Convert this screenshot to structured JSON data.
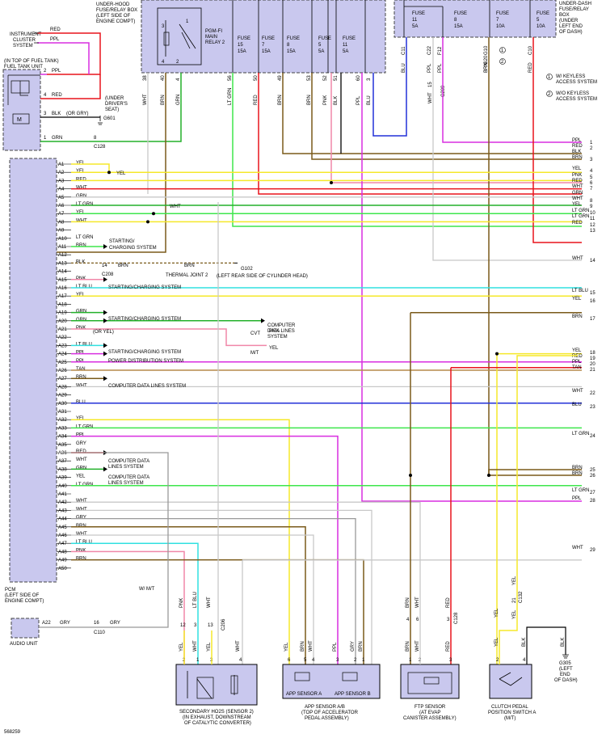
{
  "diagram_id": "568259",
  "boxes": {
    "underhood": [
      "UNDER-HOOD",
      "FUSE/RELAY BOX",
      "(LEFT SIDE OF",
      "ENGINE COMPT)"
    ],
    "relay": [
      "PGM-FI",
      "MAIN",
      "RELAY 2"
    ],
    "underdash": [
      "UNDER-DASH",
      "FUSE/RELAY",
      "BOX",
      "(UNDER",
      "LEFT END",
      "OF DASH)"
    ],
    "instrument": [
      "INSTRUMENT",
      "CLUSTER",
      "SYSTEM"
    ],
    "fueltank": [
      "(IN TOP OF FUEL TANK)",
      "FUEL TANK UNIT"
    ],
    "driver": [
      "(UNDER",
      "DRIVER'S",
      "SEAT)"
    ],
    "pcm": [
      "PCM",
      "(LEFT SIDE OF",
      "ENGINE COMPT)"
    ],
    "audio": "AUDIO UNIT",
    "ho2s": [
      "SECONDARY HO2S (SENSOR 2)",
      "(IN EXHAUST, DOWNSTREAM",
      "OF CATALYTIC CONVERTER)"
    ],
    "app": [
      "APP SENSOR A/B",
      "(TOP OF ACCELERATOR",
      "PEDAL ASSEMBLY)"
    ],
    "app_a": "APP SENSOR A",
    "app_b": "APP SENSOR B",
    "ftp": [
      "FTP SENSOR",
      "(AT EVAP",
      "CANISTER ASSEMBLY)"
    ],
    "clutch": [
      "CLUTCH PEDAL",
      "POSITION SWITCH A",
      "(M/T)"
    ],
    "g305": [
      "G305",
      "(LEFT",
      "END",
      "OF DASH)"
    ]
  },
  "fuses_underhood": [
    {
      "name": "FUSE",
      "no": "15",
      "amp": "15A"
    },
    {
      "name": "FUSE",
      "no": "7",
      "amp": "15A"
    },
    {
      "name": "FUSE",
      "no": "8",
      "amp": "15A"
    },
    {
      "name": "FUSE",
      "no": "5",
      "amp": "5A"
    },
    {
      "name": "FUSE",
      "no": "11",
      "amp": "5A"
    }
  ],
  "fuses_underdash": [
    {
      "name": "FUSE",
      "no": "11",
      "amp": "5A"
    },
    {
      "name": "FUSE",
      "no": "8",
      "amp": "15A"
    },
    {
      "name": "FUSE",
      "no": "7",
      "amp": "10A"
    },
    {
      "name": "FUSE",
      "no": "5",
      "amp": "10A"
    }
  ],
  "notes": {
    "keyless1": [
      "W/ KEYLESS",
      "ACCESS SYSTEM"
    ],
    "keyless2": [
      "W/O KEYLESS",
      "ACCESS SYSTEM"
    ],
    "or_gry": "(OR GRY)",
    "or_yel": "(OR YEL)",
    "g601": "G601",
    "g102": "G102",
    "g102_loc": "(LEFT REAR SIDE OF CYLINDER HEAD)",
    "thermal": "THERMAL JOINT 2",
    "cvt": "CVT",
    "mt": "M/T",
    "wmt": "W/ M/T"
  },
  "pcm_pins": [
    {
      "pin": "A1",
      "color": "YEL"
    },
    {
      "pin": "A2",
      "color": "YEL"
    },
    {
      "pin": "A3",
      "color": "RED"
    },
    {
      "pin": "A4",
      "color": "WHT"
    },
    {
      "pin": "A5",
      "color": "GRN"
    },
    {
      "pin": "A6",
      "color": "LT GRN"
    },
    {
      "pin": "A7",
      "color": "YEL"
    },
    {
      "pin": "A8",
      "color": "WHT"
    },
    {
      "pin": "A9",
      "color": ""
    },
    {
      "pin": "A10",
      "color": "LT GRN"
    },
    {
      "pin": "A11",
      "color": "BRN"
    },
    {
      "pin": "A12",
      "color": ""
    },
    {
      "pin": "A13",
      "color": "BLK"
    },
    {
      "pin": "A14",
      "color": ""
    },
    {
      "pin": "A15",
      "color": "PNK"
    },
    {
      "pin": "A16",
      "color": "LT BLU"
    },
    {
      "pin": "A17",
      "color": "YEL"
    },
    {
      "pin": "A18",
      "color": ""
    },
    {
      "pin": "A19",
      "color": "GRN"
    },
    {
      "pin": "A20",
      "color": "GRN"
    },
    {
      "pin": "A21",
      "color": "PNK"
    },
    {
      "pin": "A22",
      "color": ""
    },
    {
      "pin": "A23",
      "color": "LT BLU"
    },
    {
      "pin": "A24",
      "color": "PPL"
    },
    {
      "pin": "A25",
      "color": "PPL"
    },
    {
      "pin": "A26",
      "color": "TAN"
    },
    {
      "pin": "A27",
      "color": "BRN"
    },
    {
      "pin": "A28",
      "color": "WHT"
    },
    {
      "pin": "A29",
      "color": ""
    },
    {
      "pin": "A30",
      "color": "BLU"
    },
    {
      "pin": "A31",
      "color": ""
    },
    {
      "pin": "A32",
      "color": "YEL"
    },
    {
      "pin": "A33",
      "color": "LT GRN"
    },
    {
      "pin": "A34",
      "color": "PPL"
    },
    {
      "pin": "A35",
      "color": "GRY"
    },
    {
      "pin": "A36",
      "color": "RED"
    },
    {
      "pin": "A37",
      "color": "WHT"
    },
    {
      "pin": "A38",
      "color": "GRN"
    },
    {
      "pin": "A39",
      "color": "YEL"
    },
    {
      "pin": "A40",
      "color": "LT GRN"
    },
    {
      "pin": "A41",
      "color": ""
    },
    {
      "pin": "A42",
      "color": "WHT"
    },
    {
      "pin": "A43",
      "color": "WHT"
    },
    {
      "pin": "A44",
      "color": "GRY"
    },
    {
      "pin": "A45",
      "color": "BRN"
    },
    {
      "pin": "A46",
      "color": "WHT"
    },
    {
      "pin": "A47",
      "color": "LT BLU"
    },
    {
      "pin": "A48",
      "color": "PNK"
    },
    {
      "pin": "A49",
      "color": "BRN"
    },
    {
      "pin": "A50",
      "color": ""
    }
  ],
  "system_labels": {
    "yel_a2": "YEL",
    "wht_a8": "WHT",
    "a10": [
      "STARTING/",
      "CHARGING SYSTEM"
    ],
    "a13_brn": "BRN",
    "a13_brn2": "BRN",
    "a13_conn": "14",
    "a13_c": "C208",
    "a15": "STARTING/CHARGING SYSTEM",
    "a19": "STARTING/CHARGING SYSTEM",
    "a20": [
      "COMPUTER",
      "DATA LINES",
      "SYSTEM"
    ],
    "a21_pnk": "PNK",
    "a21_yel": "YEL",
    "a23": "STARTING/CHARGING SYSTEM",
    "a24": "POWER DISTRIBUTION SYSTEM",
    "a27": "COMPUTER DATA LINES SYSTEM",
    "a36": [
      "COMPUTER DATA",
      "LINES SYSTEM"
    ],
    "a38": [
      "COMPUTER DATA",
      "LINES SYSTEM"
    ]
  },
  "right_rows": [
    {
      "no": "1",
      "color": "PPL"
    },
    {
      "no": "2",
      "color": "RED"
    },
    {
      "no": "",
      "color": "BLK"
    },
    {
      "no": "3",
      "color": "BRN"
    },
    {
      "no": "4",
      "color": "YEL"
    },
    {
      "no": "5",
      "color": "PNK"
    },
    {
      "no": "6",
      "color": "RED"
    },
    {
      "no": "7",
      "color": "WHT"
    },
    {
      "no": "",
      "color": "GRN"
    },
    {
      "no": "8",
      "color": "WHT"
    },
    {
      "no": "9",
      "color": "YEL"
    },
    {
      "no": "10",
      "color": "LT GRN"
    },
    {
      "no": "11",
      "color": "LT GRN"
    },
    {
      "no": "12",
      "color": "RED"
    },
    {
      "no": "13",
      "color": ""
    },
    {
      "no": "14",
      "color": "WHT"
    },
    {
      "no": "15",
      "color": "LT BLU"
    },
    {
      "no": "16",
      "color": "YEL"
    },
    {
      "no": "17",
      "color": "BRN"
    },
    {
      "no": "18",
      "color": "YEL"
    },
    {
      "no": "19",
      "color": "RED"
    },
    {
      "no": "20",
      "color": "PPL"
    },
    {
      "no": "21",
      "color": "TAN"
    },
    {
      "no": "22",
      "color": "WHT"
    },
    {
      "no": "23",
      "color": "BLU"
    },
    {
      "no": "24",
      "color": "LT GRN"
    },
    {
      "no": "25",
      "color": "BRN"
    },
    {
      "no": "26",
      "color": "BRN"
    },
    {
      "no": "27",
      "color": "LT GRN"
    },
    {
      "no": "28",
      "color": "PPL"
    },
    {
      "no": "29",
      "color": "WHT"
    }
  ],
  "top_drops": [
    {
      "pin": "38",
      "color": "WHT"
    },
    {
      "pin": "40",
      "color": "BRN"
    },
    {
      "pin": "4",
      "color": "GRN"
    },
    {
      "pin": "56",
      "color": "LT GRN"
    },
    {
      "pin": "50",
      "color": "RED"
    },
    {
      "pin": "49",
      "color": "BRN"
    },
    {
      "pin": "53",
      "color": "BRN"
    },
    {
      "pin": "52",
      "color": "PNK"
    },
    {
      "pin": "51",
      "color": "BLK"
    },
    {
      "pin": "60",
      "color": "PPL"
    },
    {
      "pin": "3",
      "color": "BLU"
    }
  ],
  "dash_drops": [
    {
      "pin": "C11",
      "color": "BLU"
    },
    {
      "pin": "C22",
      "color": "PPL"
    },
    {
      "pin": "F12",
      "color": "PPL"
    },
    {
      "pin": "G10",
      "color": "BRN"
    },
    {
      "pin": "G20",
      "color": "BRN"
    },
    {
      "pin": "C10",
      "color": "RED"
    }
  ],
  "dash_extra": {
    "wht": "WHT",
    "num15": "15",
    "c209": "C209",
    "c1": "1",
    "c2": "2"
  },
  "fuel": {
    "p2": "2",
    "c2": "PPL",
    "p4": "4",
    "c4": "RED",
    "p3": "3",
    "c3": "BLK",
    "p1": "1",
    "c1": "GRN",
    "conn": "8",
    "connc": "C128",
    "ppl": "PPL",
    "red": "RED"
  },
  "audio_wire": {
    "pin": "A22",
    "c1": "GRY",
    "conn": "16",
    "connc": "C110",
    "c2": "GRY"
  },
  "ho2s_wires": [
    {
      "top": "PNK",
      "conn": "12",
      "bottom": "YEL",
      "pin": "2"
    },
    {
      "top": "LT BLU",
      "conn": "3",
      "bottom": "WHT",
      "pin": "1"
    },
    {
      "top": "WHT",
      "conn": "13",
      "bottom": "YEL",
      "pin": "3"
    },
    {
      "top": "",
      "conn": "",
      "bottom": "WHT",
      "pin": "4"
    }
  ],
  "ho2s_conn": "C206",
  "app_wires": [
    {
      "color": "YEL",
      "pin": "6"
    },
    {
      "color": "BRN",
      "pin": "5"
    },
    {
      "color": "WHT",
      "pin": "4"
    },
    {
      "color": "PPL",
      "pin": "3"
    },
    {
      "color": "GRY",
      "pin": "2"
    },
    {
      "color": "BRN",
      "pin": "1"
    }
  ],
  "ftp_wires": [
    {
      "top": "BRN",
      "conn": "4",
      "bottom": "BRN",
      "pin": "1"
    },
    {
      "top": "WHT",
      "conn": "6",
      "bottom": "WHT",
      "pin": "2"
    },
    {
      "top": "RED",
      "conn": "3",
      "bottom": "RED",
      "pin": "3"
    }
  ],
  "ftp_conn": "C128",
  "clutch_wires": {
    "yel1": "YEL",
    "yel2": "YEL",
    "yel3": "YEL",
    "p21": "21",
    "c132": "C132",
    "yel4": "YEL",
    "blk1": "BLK",
    "blk2": "BLK",
    "p4": "4",
    "p2": "2"
  },
  "relay_pins": {
    "p3": "3",
    "p1": "1",
    "p4": "4",
    "p2": "2"
  }
}
